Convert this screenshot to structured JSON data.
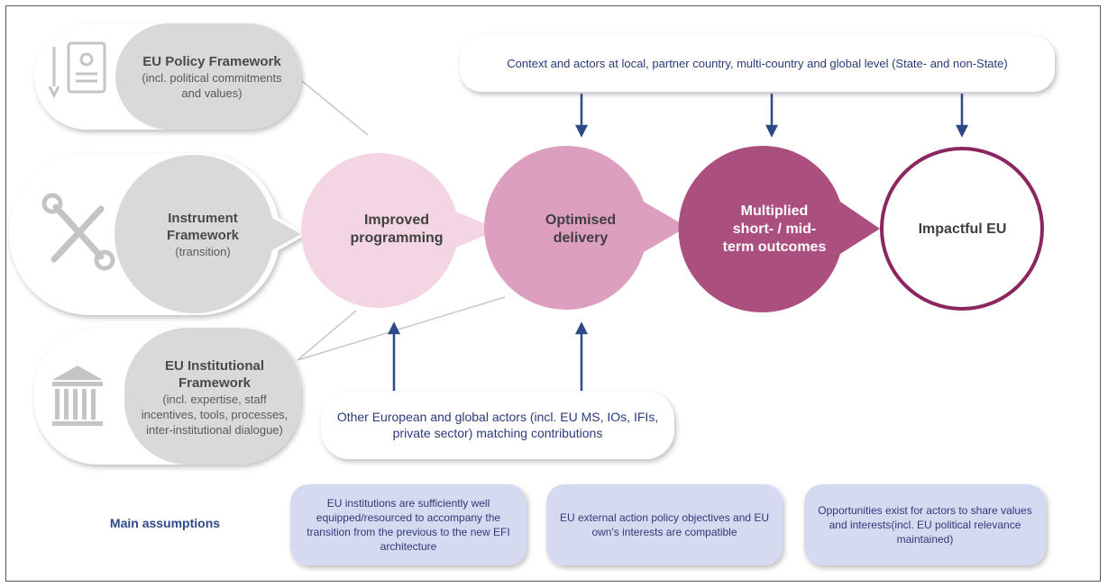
{
  "frameworks": [
    {
      "icon": "policy-document-icon",
      "title": "EU Policy Framework",
      "detail": "(incl. political commitments and values)"
    },
    {
      "icon": "wrench-screwdriver-icon",
      "title": "Instrument Framework",
      "detail": "(transition)"
    },
    {
      "icon": "institution-building-icon",
      "title": "EU Institutional Framework",
      "detail": "(incl. expertise, staff incentives, tools, processes, inter-institutional dialogue)"
    }
  ],
  "stages": [
    "Improved programming",
    "Optimised delivery",
    "Multiplied short- / mid-term outcomes",
    "Impactful EU"
  ],
  "context_box": "Context and actors at local, partner country, multi-country and global level (State- and non-State)",
  "contributions_box": "Other European and global actors (incl. EU MS, IOs, IFIs, private sector) matching contributions",
  "assumptions_label": "Main assumptions",
  "assumptions": [
    "EU institutions are sufficiently well equipped/resourced to accompany the transition from the previous to the new EFI architecture",
    "EU external action policy objectives and EU own's interests are compatible",
    "Opportunities exist for actors to share values and interests(incl. EU political relevance maintained)"
  ],
  "colors": {
    "stage1": "#f3d5e3",
    "stage2": "#dd9fc0",
    "stage3": "#ab4f7f",
    "stage4_ring": "#8b2660",
    "arrow": "#2d4a86",
    "assumption_bg": "#d6daf0",
    "framework_grey": "#d9d9d9"
  }
}
